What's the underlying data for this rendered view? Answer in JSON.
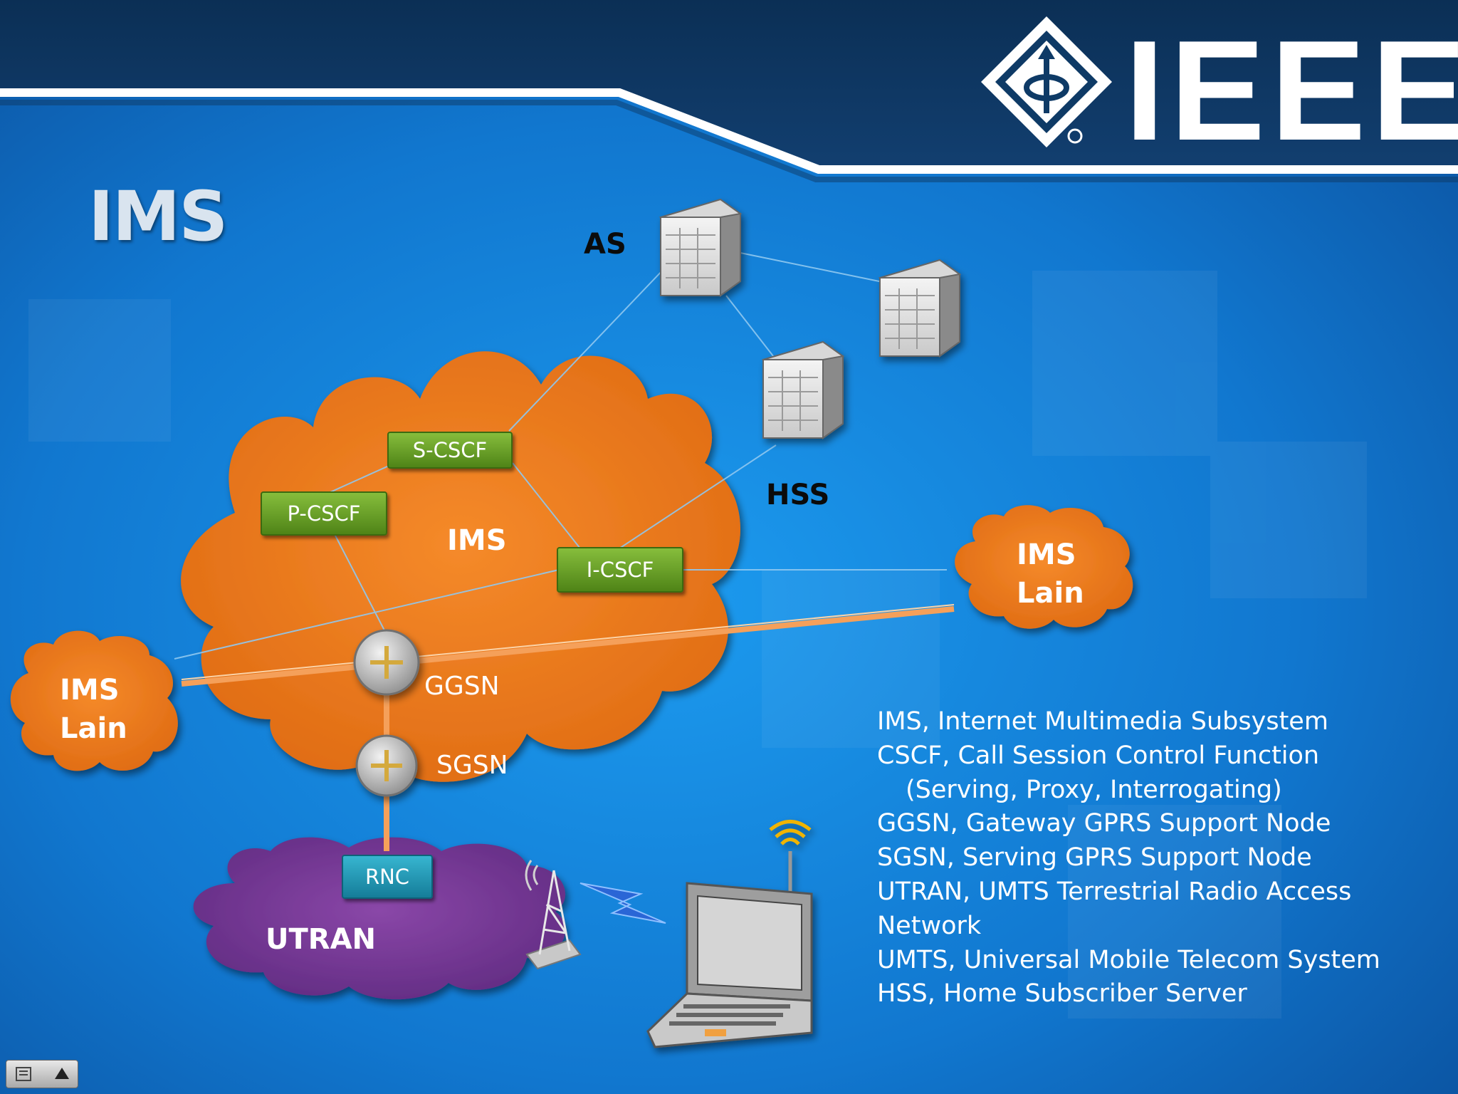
{
  "slide": {
    "title": "IMS",
    "logo": "IEEE",
    "logo_icon": "ieee-diamond-icon"
  },
  "diagram": {
    "labels": {
      "as": "AS",
      "hss": "HSS",
      "ims_core": "IMS",
      "ggsn": "GGSN",
      "sgsn": "SGSN",
      "utran": "UTRAN"
    },
    "nodes": {
      "s_cscf": "S-CSCF",
      "p_cscf": "P-CSCF",
      "i_cscf": "I-CSCF",
      "rnc": "RNC"
    },
    "lain_right": [
      "IMS",
      "Lain"
    ],
    "lain_left": [
      "IMS",
      "Lain"
    ]
  },
  "legend": [
    "IMS, Internet Multimedia Subsystem",
    "CSCF, Call Session Control Function",
    "(Serving, Proxy, Interrogating)",
    "GGSN, Gateway GPRS Support Node",
    "SGSN, Serving GPRS Support Node",
    "UTRAN, UMTS Terrestrial Radio Access",
    "Network",
    "UMTS, Universal Mobile Telecom System",
    "HSS, Home Subscriber Server"
  ],
  "colors": {
    "header": "#0e3a66",
    "background": "#1585dc",
    "cloud_orange": "#ee7d22",
    "cloud_purple": "#7a3b98",
    "node_green": "#5d9a1f",
    "node_teal": "#1d95b4"
  }
}
